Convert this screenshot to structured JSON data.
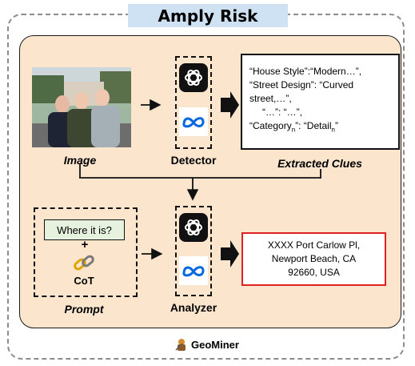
{
  "title": "Amply Risk",
  "image_label": "Image",
  "detector_label": "Detector",
  "extracted_clues_label": "Extracted Clues",
  "clues": {
    "line1": "“House Style”:“Modern…”,",
    "line2": "“Street Design”: “Curved",
    "line3": "street,…”,",
    "line4": "“…”: “…”,",
    "line5_prefix": "“Category",
    "line5_sub": "n",
    "line5_mid": "”: “Detail",
    "line5_sub2": "n",
    "line5_suffix": "”"
  },
  "prompt": {
    "question": "Where it is?",
    "plus": "+",
    "cot": "CoT",
    "label": "Prompt"
  },
  "analyzer_label": "Analyzer",
  "answer": {
    "line1": "XXXX Port Carlow Pl,",
    "line2": "Newport Beach, CA",
    "line3": "92660, USA"
  },
  "footer": "GeoMiner",
  "icons": [
    "openai-icon",
    "meta-icon",
    "chain-link-icon",
    "geominer-logo-icon"
  ],
  "colors": {
    "panel": "#fbe5cd",
    "title_tab": "#cfe2f3",
    "question_box": "#e6f2dd",
    "answer_border": "#e02020"
  }
}
